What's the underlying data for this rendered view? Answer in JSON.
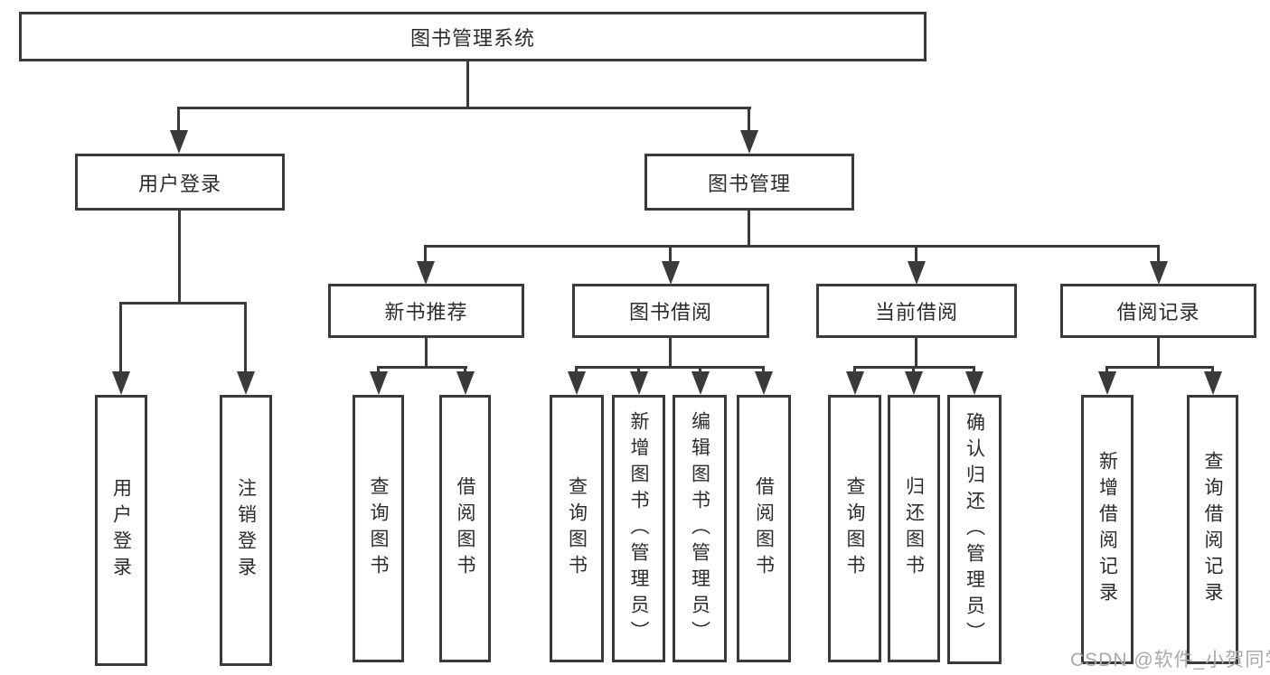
{
  "diagram": {
    "title": "图书管理系统",
    "branches": {
      "user_login": {
        "label": "用户登录",
        "children": {
          "login": "用户登录",
          "logout": "注销登录"
        }
      },
      "book_mgmt": {
        "label": "图书管理",
        "sections": {
          "new_book": {
            "label": "新书推荐",
            "children": {
              "query": "查询图书",
              "borrow": "借阅图书"
            }
          },
          "borrow": {
            "label": "图书借阅",
            "children": {
              "query": "查询图书",
              "add": "新增图书（管理员）",
              "edit": "编辑图书（管理员）",
              "borrow": "借阅图书"
            }
          },
          "current": {
            "label": "当前借阅",
            "children": {
              "query": "查询图书",
              "return": "归还图书",
              "confirm": "确认归还（管理员）"
            }
          },
          "records": {
            "label": "借阅记录",
            "children": {
              "add": "新增借阅记录",
              "query": "查询借阅记录"
            }
          }
        }
      }
    }
  },
  "watermark": {
    "text": "CSDN @软件_小贺同学"
  },
  "colors": {
    "line": "#3a3a3a",
    "text": "#2c2c2c",
    "watermark": "#a9a9a9"
  }
}
